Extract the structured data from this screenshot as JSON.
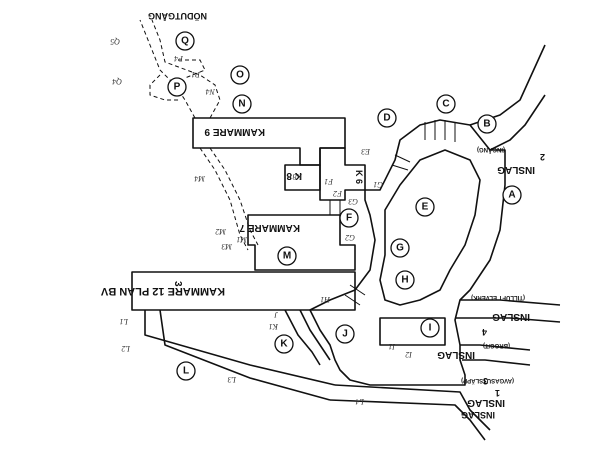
{
  "labels": {
    "nodutgang": "NÖDUTGÅNG",
    "kammare9": "KAMMARE 9",
    "k8": "K 8",
    "k6": "K 6",
    "kammare7": "KAMMARE 7",
    "kammare12": "KAMMARE 12 PLAN BV",
    "plan3": "3",
    "inslag2": "INSLAG",
    "inslag2_num": "2",
    "inslag2_sub": "(INGÅNG)",
    "inslag_tilluft": "INSLAG",
    "inslag_tilluft_sub": "(TILLUFT ELVERK)",
    "inslag4": "INSLAG",
    "inslag4_num": "4",
    "inslag4_sub": "(BRGC/T)",
    "inslag1": "INSLAG",
    "inslag1_num": "1",
    "inslag3": "INSLAG",
    "inslag3_num": "3",
    "inslag3_sub": "(AVGASUTSLÄPP)"
  },
  "markers": [
    "A",
    "B",
    "C",
    "D",
    "E",
    "F",
    "G",
    "H",
    "I",
    "J",
    "K",
    "L",
    "M",
    "N",
    "O",
    "P",
    "Q"
  ],
  "handwritten": [
    "Q5",
    "Q4",
    "P4",
    "P1",
    "N4",
    "M4",
    "M2",
    "M3",
    "M1",
    "K8",
    "K1",
    "F1",
    "F2",
    "E3",
    "G1",
    "G3",
    "G2",
    "H1",
    "I1",
    "I2",
    "L1",
    "L2",
    "L3",
    "L4",
    "J"
  ]
}
